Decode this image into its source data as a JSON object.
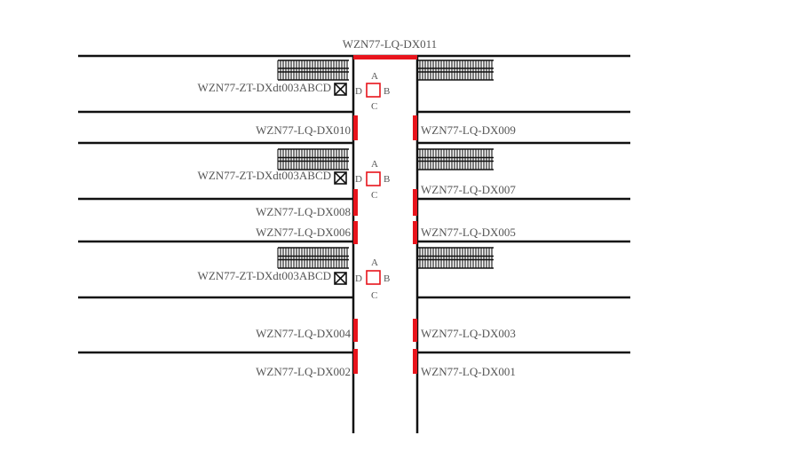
{
  "diagram": {
    "top_label": "WZN77-LQ-DX011",
    "left_labels": [
      "WZN77-LQ-DX010",
      "WZN77-LQ-DX008",
      "WZN77-LQ-DX006",
      "WZN77-LQ-DX004",
      "WZN77-LQ-DX002"
    ],
    "right_labels": [
      "WZN77-LQ-DX009",
      "WZN77-LQ-DX007",
      "WZN77-LQ-DX005",
      "WZN77-LQ-DX003",
      "WZN77-LQ-DX001"
    ],
    "zt_labels": [
      "WZN77-ZT-DXdt003ABCD",
      "WZN77-ZT-DXdt003ABCD",
      "WZN77-ZT-DXdt003ABCD"
    ],
    "node_letters": {
      "a": "A",
      "b": "B",
      "c": "C",
      "d": "D"
    },
    "colors": {
      "line": "#111111",
      "marker": "#e8141c",
      "text": "#555555"
    }
  }
}
